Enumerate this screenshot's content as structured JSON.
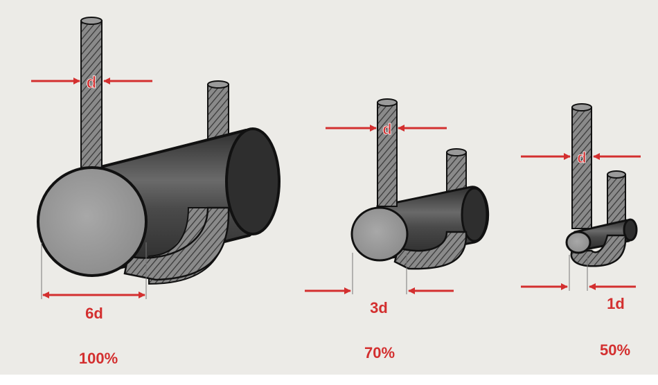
{
  "colors": {
    "background": "#ecebe7",
    "accent_red": "#d32f2f",
    "cylinder_dark": "#3a3a3a",
    "cylinder_face": "#9a9a9a",
    "rope_fill": "#8a8a8a",
    "outline": "#111111"
  },
  "figures": [
    {
      "d_label": "d",
      "diameter_label": "6d",
      "percent_label": "100%"
    },
    {
      "d_label": "d",
      "diameter_label": "3d",
      "percent_label": "70%"
    },
    {
      "d_label": "d",
      "diameter_label": "1d",
      "percent_label": "50%"
    }
  ]
}
